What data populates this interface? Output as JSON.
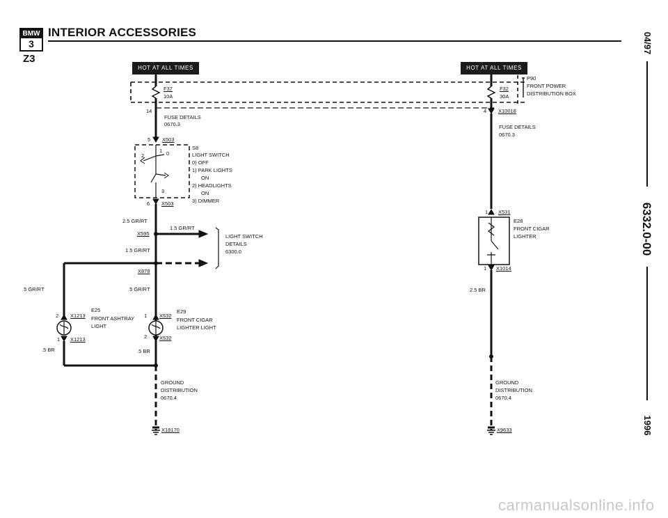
{
  "header": {
    "logo_text": "BMW",
    "model_badge": "3",
    "model": "Z3",
    "title": "INTERIOR ACCESSORIES"
  },
  "side": {
    "date": "04/97",
    "doc_number": "6332.0-00",
    "year": "1996"
  },
  "left_circuit": {
    "hot_label": "HOT AT ALL TIMES",
    "fuse_id": "F37",
    "fuse_rating": "10A",
    "pin_14": "14",
    "fuse_details_title": "FUSE DETAILS",
    "fuse_details_ref": "0670.3",
    "pin_5": "5",
    "connector_top": "X503",
    "switch_id": "S8",
    "switch_name": "LIGHT SWITCH",
    "switch_pos_0": "0)  OFF",
    "switch_pos_1a": "1)  PARK LIGHTS",
    "switch_pos_1b": "ON",
    "switch_pos_2a": "2)  HEADLIGHTS",
    "switch_pos_2b": "ON",
    "switch_pos_3": "3)  DIMMER",
    "switch_pin_2": "2",
    "switch_pin_1": "1",
    "switch_pin_0": "0",
    "switch_pin_3": "3",
    "pin_6": "6",
    "connector_bottom": "X503",
    "wire_a": "2.5 GR/RT",
    "splice_1": "X595",
    "wire_b": "1.5 GR/RT",
    "wire_c": "1.5 GR/RT",
    "splice_2": "X878",
    "ls_details_1": "LIGHT SWITCH",
    "ls_details_2": "DETAILS",
    "ls_details_3": "6300.0",
    "wire_d": ".5 GR/RT",
    "wire_e": ".5 GR/RT",
    "e25_pin_top": "2",
    "e25_conn_top": "X1213",
    "e25_id": "E25",
    "e25_name_1": "FRONT ASHTRAY",
    "e25_name_2": "LIGHT",
    "e25_pin_bot": "1",
    "e25_conn_bot": "X1213",
    "wire_f": ".5 BR",
    "e29_pin_top": "1",
    "e29_conn_top": "X532",
    "e29_id": "E29",
    "e29_name_1": "FRONT CIGAR",
    "e29_name_2": "LIGHTER LIGHT",
    "e29_pin_bot": "2",
    "e29_conn_bot": "X532",
    "wire_g": ".5 BR",
    "ground_1": "GROUND",
    "ground_2": "DISTRIBUTION",
    "ground_3": "0670.4",
    "ground_point": "X18170"
  },
  "right_circuit": {
    "hot_label": "HOT AT ALL TIMES",
    "fuse_id": "F32",
    "fuse_rating": "30A",
    "box_id": "P90",
    "box_name_1": "FRONT POWER",
    "box_name_2": "DISTRIBUTION BOX",
    "pin_4": "4",
    "connector_top": "X10018",
    "fuse_details_title": "FUSE DETAILS",
    "fuse_details_ref": "0670.3",
    "e28_pin_top": "1",
    "e28_conn_top": "X531",
    "e28_id": "E28",
    "e28_name_1": "FRONT CIGAR",
    "e28_name_2": "LIGHTER",
    "e28_pin_bot": "1",
    "e28_conn_bot": "X1014",
    "wire_a": "2.5 BR",
    "ground_1": "GROUND",
    "ground_2": "DISTRIBUTION",
    "ground_3": "0670.4",
    "ground_point": "X9633"
  },
  "watermark": "carmanualsonline.info"
}
